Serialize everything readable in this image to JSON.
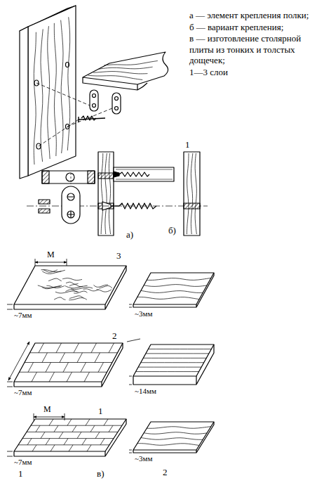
{
  "diagram": {
    "labels": [
      "а — элемент крепления полки;",
      "б — вариант крепления;",
      "в — изготовление столярной плиты из тонких и толстых дощечек;",
      "1—3 слои",
      "1",
      "а)",
      "б)",
      "3",
      "М",
      "~7мм",
      "~3мм",
      "2",
      "~7мм",
      "~14мм",
      "М",
      "1",
      "~7мм",
      "~3мм",
      "1",
      "2",
      "в)"
    ]
  }
}
